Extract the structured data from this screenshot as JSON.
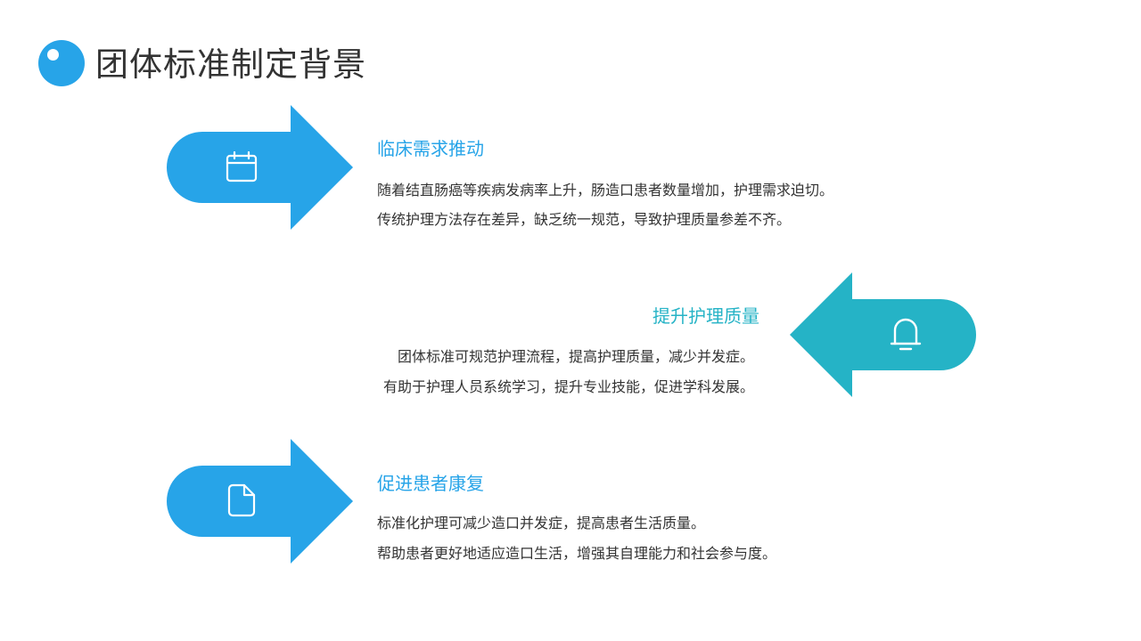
{
  "title": "团体标准制定背景",
  "colors": {
    "blue": "#27a4e8",
    "teal": "#25b3c6",
    "text": "#333333"
  },
  "items": [
    {
      "icon": "calendar-icon",
      "heading": "临床需求推动",
      "lines": [
        "随着结直肠癌等疾病发病率上升，肠造口患者数量增加，护理需求迫切。",
        "传统护理方法存在差异，缺乏统一规范，导致护理质量参差不齐。"
      ]
    },
    {
      "icon": "bell-icon",
      "heading": "提升护理质量",
      "lines": [
        "团体标准可规范护理流程，提高护理质量，减少并发症。",
        "有助于护理人员系统学习，提升专业技能，促进学科发展。"
      ]
    },
    {
      "icon": "document-icon",
      "heading": "促进患者康复",
      "lines": [
        "标准化护理可减少造口并发症，提高患者生活质量。",
        "帮助患者更好地适应造口生活，增强其自理能力和社会参与度。"
      ]
    }
  ]
}
